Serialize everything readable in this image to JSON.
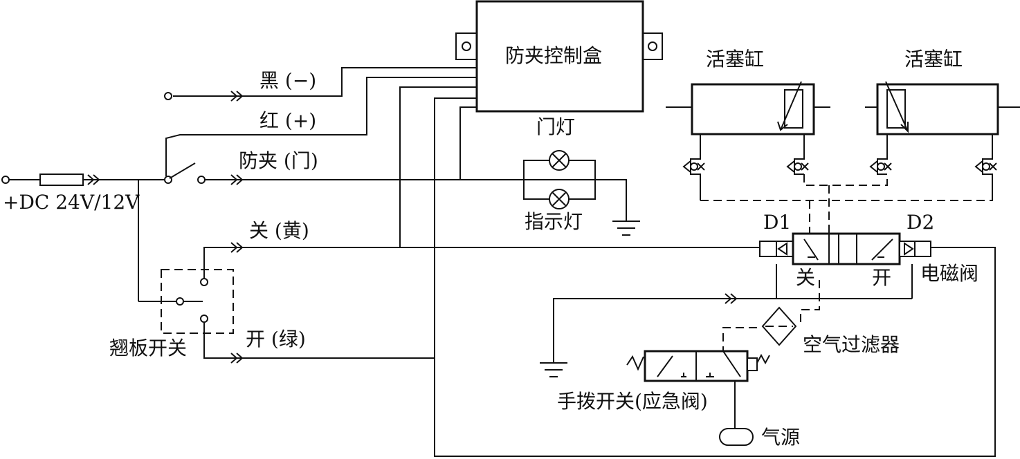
{
  "labels": {
    "control_box": "防夹控制盒",
    "wire_black": "黑 (−)",
    "wire_red": "红 (+)",
    "wire_anti_pinch": "防夹 (门)",
    "wire_close": "关 (黄)",
    "wire_open": "开 (绿)",
    "power": "+DC 24V/12V",
    "rocker_switch": "翘板开关",
    "door_light": "门灯",
    "indicator_light": "指示灯",
    "piston_cylinder_left": "活塞缸",
    "piston_cylinder_right": "活塞缸",
    "d1": "D1",
    "d2": "D2",
    "solenoid_valve": "电磁阀",
    "valve_close": "关",
    "valve_open": "开",
    "air_filter": "空气过滤器",
    "manual_switch": "手拨开关(应急阀)",
    "air_source": "气源"
  }
}
